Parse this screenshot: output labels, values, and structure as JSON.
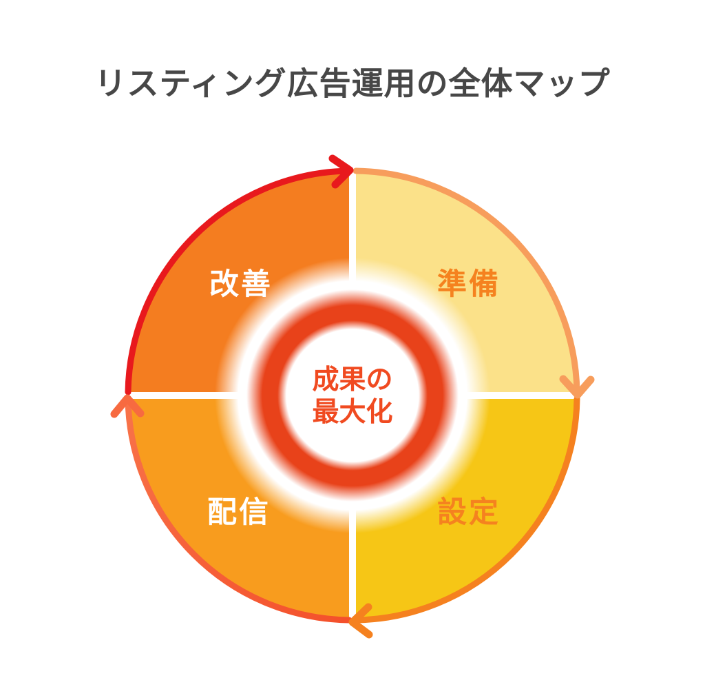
{
  "title": {
    "text": "リスティング広告運用の全体マップ",
    "color": "#474747"
  },
  "diagram": {
    "type": "cycle",
    "cycle_direction": "clockwise",
    "background": "#FFFFFF",
    "center": {
      "line1": "成果の",
      "line2": "最大化",
      "text_color": "#F04A20",
      "ring_color": "#E8421A",
      "inner_fill": "#FFFFFF"
    },
    "quadrants": [
      {
        "id": "improve",
        "position": "top-left",
        "label": "改善",
        "fill": "#F47D20",
        "label_color": "#FFFFFF",
        "arc_color": "#E8191D",
        "arrow_color": "#E8191D",
        "arrow_direction": "right"
      },
      {
        "id": "prepare",
        "position": "top-right",
        "label": "準備",
        "fill": "#FBE189",
        "label_color": "#F5821F",
        "arc_color": "#F79D5C",
        "arrow_color": "#F79D5C",
        "arrow_direction": "down"
      },
      {
        "id": "setup",
        "position": "bottom-right",
        "label": "設定",
        "fill": "#F6C616",
        "label_color": "#F5821F",
        "arc_color": "#F5811F",
        "arrow_color": "#F5811F",
        "arrow_direction": "left"
      },
      {
        "id": "deliver",
        "position": "bottom-left",
        "label": "配信",
        "fill": "#F89C1E",
        "label_color": "#FFFFFF",
        "arc_color": "#F4502B",
        "arc_color_end": "#F87349",
        "arrow_color": "#F76A40",
        "arrow_direction": "up"
      }
    ]
  }
}
